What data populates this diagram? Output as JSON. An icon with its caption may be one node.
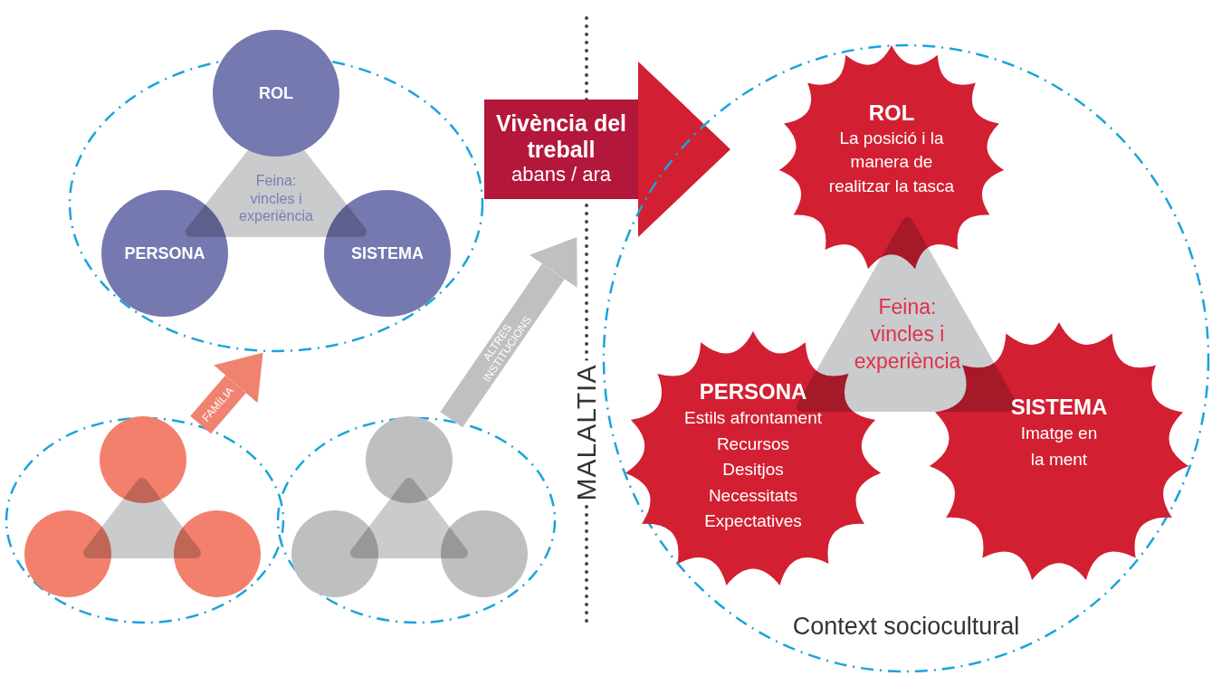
{
  "diagram": {
    "nodes": [
      {
        "text": [],
        "shape": "ellipse"
      },
      {
        "text": [
          "ROL"
        ]
      },
      {
        "text": [
          "PERSONA"
        ],
        "in": 0
      },
      {
        "text": [
          "SISTEMA"
        ],
        "in": 0
      },
      {
        "text": [
          "Feina: vincles i experiència"
        ],
        "in": 0
      },
      {
        "text": [],
        "shape": "ellipse"
      },
      {
        "text": [],
        "shape": "circle",
        "in": 5
      },
      {
        "text": [],
        "shape": "circle",
        "in": 5
      },
      {
        "text": [],
        "shape": "circle",
        "in": 5
      },
      {
        "text": [],
        "shape": "triangle",
        "in": 5
      },
      {
        "text": [],
        "shape": "ellipse"
      },
      {
        "text": [],
        "shape": "circle",
        "in": 10
      },
      {
        "text": [],
        "shape": "circle",
        "in": 10
      },
      {
        "text": [],
        "shape": "circle",
        "in": 10
      },
      {
        "text": [],
        "shape": "triangle",
        "in": 10
      },
      {
        "text": [
          "Vivència del treball",
          "abans / ara"
        ]
      },
      {
        "text": [
          "Context sociocultural"
        ]
      },
      {
        "text": [
          "ROL",
          "La posició i la manera de realitzar la tasca"
        ],
        "in": 16
      },
      {
        "text": [
          "PERSONA",
          "Estils afrontament",
          "Recursos",
          "Desitjos",
          "Necessitats",
          "Expectatives"
        ],
        "in": 16
      },
      {
        "text": [
          "SISTEMA",
          "Imatge en la ment"
        ],
        "in": 16
      },
      {
        "text": [
          "Feina: vincles i experiència"
        ],
        "in": 16
      }
    ],
    "edges": [
      {
        "from": 5,
        "to": 0,
        "arrow": "to",
        "label": "FAMÍLIA",
        "color": "#f08270"
      },
      {
        "from": 10,
        "to": 15,
        "arrow": "to",
        "label": "ALTRES INSTITUCIONS",
        "color": "#bfc0c2"
      }
    ],
    "labels": [
      "MALALTIA"
    ]
  }
}
